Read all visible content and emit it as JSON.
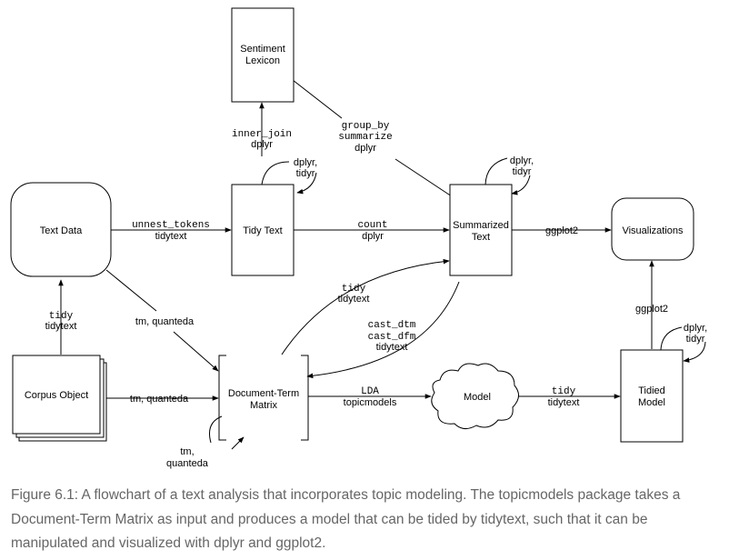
{
  "nodes": {
    "sentiment_lexicon": {
      "line1": "Sentiment",
      "line2": "Lexicon"
    },
    "text_data": "Text Data",
    "tidy_text": "Tidy Text",
    "summarized_text": {
      "line1": "Summarized",
      "line2": "Text"
    },
    "visualizations": "Visualizations",
    "corpus_object": "Corpus Object",
    "document_term_matrix": {
      "line1": "Document-Term",
      "line2": "Matrix"
    },
    "model": "Model",
    "tidied_model": {
      "line1": "Tidied",
      "line2": "Model"
    }
  },
  "edges": {
    "unnest_tokens": {
      "fn": "unnest_tokens",
      "pkg": "tidytext"
    },
    "inner_join": {
      "fn": "inner_join",
      "pkg": "dplyr"
    },
    "tidy_text_loop": {
      "line1": "dplyr,",
      "line2": "tidyr"
    },
    "group_by": {
      "fn1": "group_by",
      "fn2": "summarize",
      "pkg": "dplyr"
    },
    "summarized_loop": {
      "line1": "dplyr,",
      "line2": "tidyr"
    },
    "count": {
      "fn": "count",
      "pkg": "dplyr"
    },
    "ggplot2_right": "ggplot2",
    "tidy_corpus": {
      "fn": "tidy",
      "pkg": "tidytext"
    },
    "tm_quanteda_diag": "tm, quanteda",
    "tidy_dtm": {
      "fn": "tidy",
      "pkg": "tidytext"
    },
    "cast": {
      "fn1": "cast_dtm",
      "fn2": "cast_dfm",
      "pkg": "tidytext"
    },
    "tm_quanteda_corpus": "tm, quanteda",
    "lda": {
      "fn": "LDA",
      "pkg": "topicmodels"
    },
    "tidy_model": {
      "fn": "tidy",
      "pkg": "tidytext"
    },
    "ggplot2_up": "ggplot2",
    "tidied_loop": {
      "line1": "dplyr,",
      "line2": "tidyr"
    },
    "tm_quanteda_bottom": {
      "line1": "tm,",
      "line2": "quanteda"
    }
  },
  "caption": "Figure 6.1: A flowchart of a text analysis that incorporates topic modeling. The topicmodels package takes a Document-Term Matrix as input and produces a model that can be tided by tidytext, such that it can be manipulated and visualized with dplyr and ggplot2."
}
